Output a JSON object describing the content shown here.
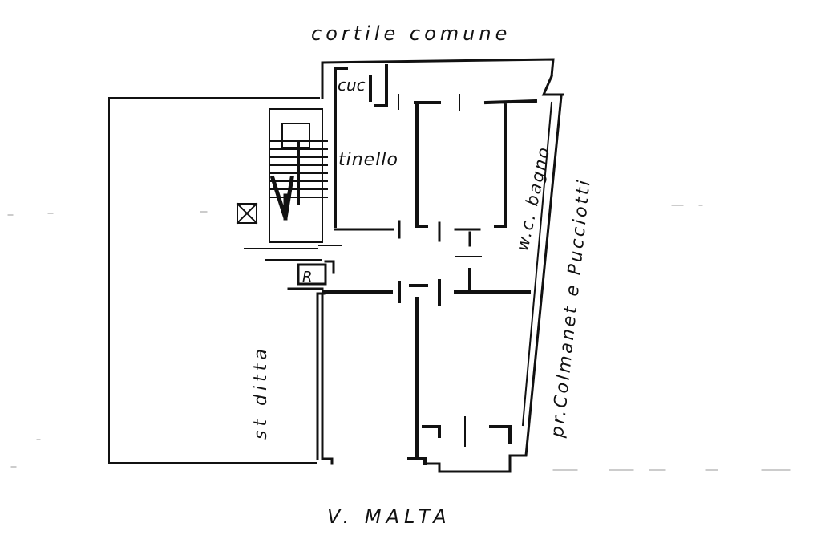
{
  "labels": {
    "courtyard": "cortile comune",
    "kitchen": "cuc",
    "dining": "tinello",
    "bathroom": "w.c. bagno",
    "neighbor_right": "pr.Colmanet e Pucciotti",
    "neighbor_left": "st ditta",
    "storage": "R",
    "street": "V. MALTA"
  },
  "colors": {
    "ink": "#111111",
    "paper": "#ffffff"
  }
}
